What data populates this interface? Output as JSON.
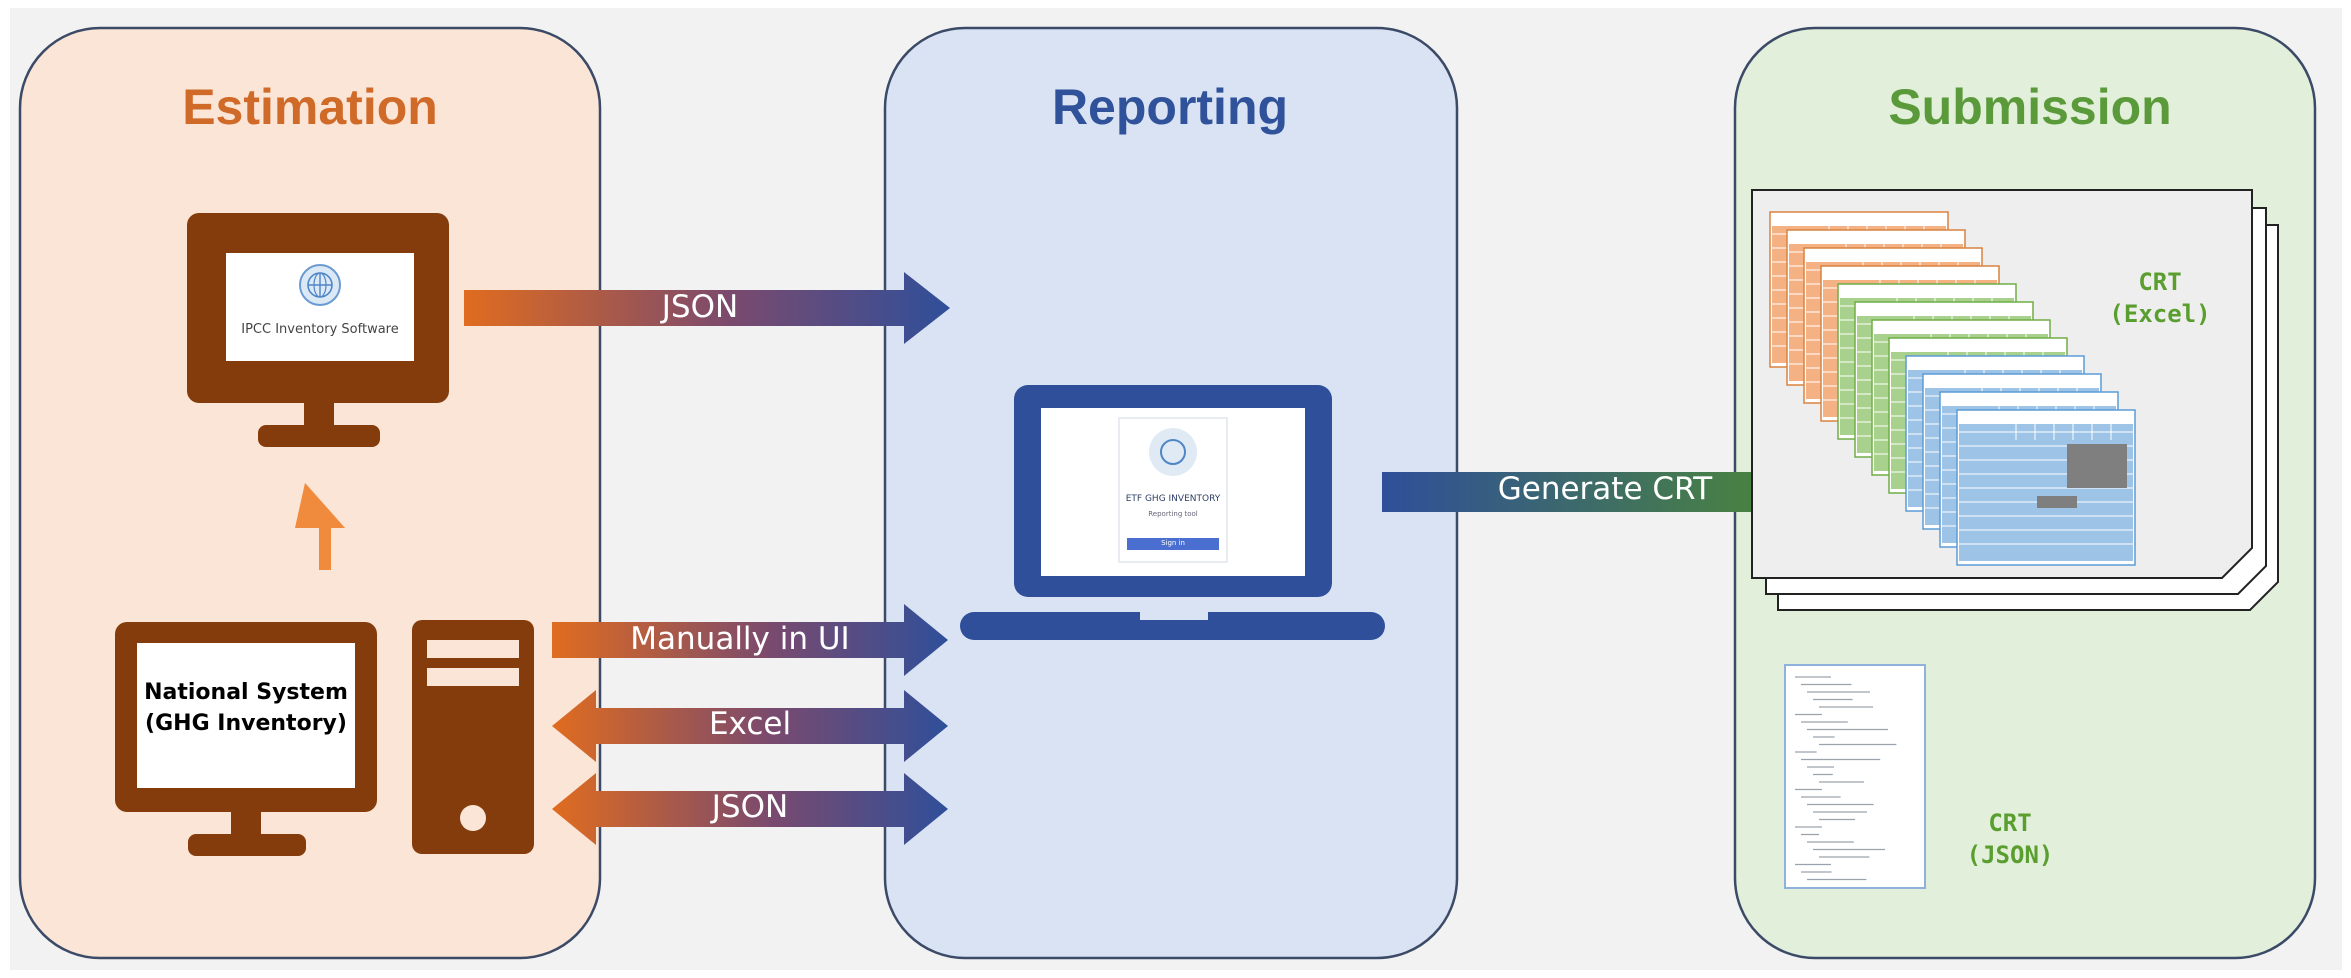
{
  "panels": {
    "estimation": {
      "title": "Estimation",
      "color": "#cf6a28",
      "fill": "#fbe5d6",
      "border": "#3b4a66"
    },
    "reporting": {
      "title": "Reporting",
      "color": "#2f529a",
      "fill": "#dae3f3",
      "border": "#3b4a66"
    },
    "submission": {
      "title": "Submission",
      "color": "#5b9a3a",
      "fill": "#e2efda",
      "border": "#3b4a66"
    }
  },
  "ipcc_screen": {
    "label": "IPCC Inventory Software",
    "icon": "un-emblem-icon"
  },
  "national_system": {
    "line1": "National System",
    "line2": "(GHG Inventory)"
  },
  "laptop_screen": {
    "title": "ETF GHG INVENTORY",
    "subtitle": "Reporting tool",
    "button": "Sign in"
  },
  "arrows": {
    "json_top": "JSON",
    "manually": "Manually in UI",
    "excel": "Excel",
    "json_bottom": "JSON",
    "generate": "Generate CRT"
  },
  "outputs": {
    "crt_excel_line1": "CRT",
    "crt_excel_line2": "(Excel)",
    "crt_json_line1": "CRT",
    "crt_json_line2": "(JSON)"
  },
  "colors": {
    "device_brown": "#843c0c",
    "arrow_orange": "#e06c1f",
    "arrow_blue": "#2f4f9a",
    "arrow_green": "#4e8d2e",
    "sheet_orange": "#f4b183",
    "sheet_green": "#a9d18e",
    "sheet_blue": "#9dc3e6"
  }
}
